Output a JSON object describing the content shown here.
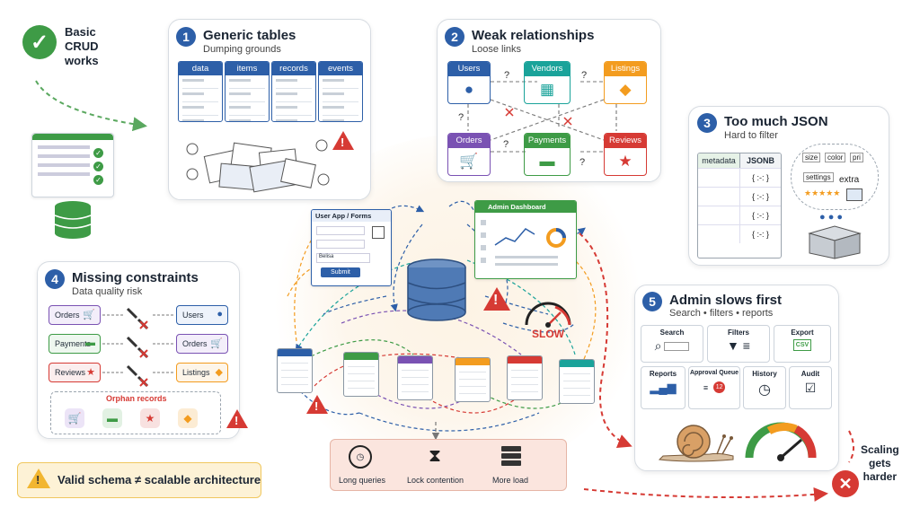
{
  "basic": {
    "title": "Basic\nCRUD\nworks"
  },
  "panel1": {
    "num": "1",
    "title": "Generic tables",
    "subtitle": "Dumping grounds",
    "tables": [
      "data",
      "items",
      "records",
      "events"
    ]
  },
  "panel2": {
    "num": "2",
    "title": "Weak relationships",
    "subtitle": "Loose links",
    "entities": [
      {
        "name": "Users",
        "color": "#2d5fa8",
        "icon": "user-icon"
      },
      {
        "name": "Vendors",
        "color": "#1aa39a",
        "icon": "store-icon"
      },
      {
        "name": "Listings",
        "color": "#f39c1f",
        "icon": "tag-icon"
      },
      {
        "name": "Orders",
        "color": "#7a52b3",
        "icon": "cart-icon"
      },
      {
        "name": "Payments",
        "color": "#3e9b46",
        "icon": "card-icon"
      },
      {
        "name": "Reviews",
        "color": "#d63a34",
        "icon": "star-icon"
      }
    ],
    "question": "?"
  },
  "panel3": {
    "num": "3",
    "title": "Too much JSON",
    "subtitle": "Hard to filter",
    "col_metadata": "metadata",
    "col_jsonb": "JSONB",
    "cell": "{ :-: }",
    "cloud_items": [
      "size",
      "color",
      "pri",
      "settings",
      "extra"
    ]
  },
  "panel4": {
    "num": "4",
    "title": "Missing constraints",
    "subtitle": "Data quality risk",
    "rows": [
      {
        "left": "Orders",
        "right": "Users",
        "lcolor": "#7a52b3",
        "rcolor": "#2d5fa8"
      },
      {
        "left": "Payments",
        "right": "Orders",
        "lcolor": "#3e9b46",
        "rcolor": "#7a52b3"
      },
      {
        "left": "Reviews",
        "right": "Listings",
        "lcolor": "#d63a34",
        "rcolor": "#f39c1f"
      }
    ],
    "orphan_title": "Orphan records"
  },
  "panel5": {
    "num": "5",
    "title": "Admin slows first",
    "subtitle": "Search • filters • reports",
    "tiles": [
      "Search",
      "Filters",
      "Export",
      "Reports",
      "Approval Queue",
      "History",
      "Audit"
    ],
    "export_badge": "CSV",
    "queue_badge": "12"
  },
  "center": {
    "form_title": "User App / Forms",
    "form_select": "Belisa",
    "form_submit": "Submit",
    "dashboard_title": "Admin Dashboard",
    "slow": "SLOW"
  },
  "bottom": {
    "items": [
      "Long queries",
      "Lock contention",
      "More load"
    ]
  },
  "footer": {
    "note": "Valid schema ≠ scalable architecture",
    "scaling": "Scaling\ngets\nharder"
  },
  "colors": {
    "blue": "#2d5fa8",
    "red": "#d63a34",
    "green": "#3e9b46",
    "orange": "#f39c1f",
    "purple": "#7a52b3",
    "teal": "#1aa39a"
  }
}
